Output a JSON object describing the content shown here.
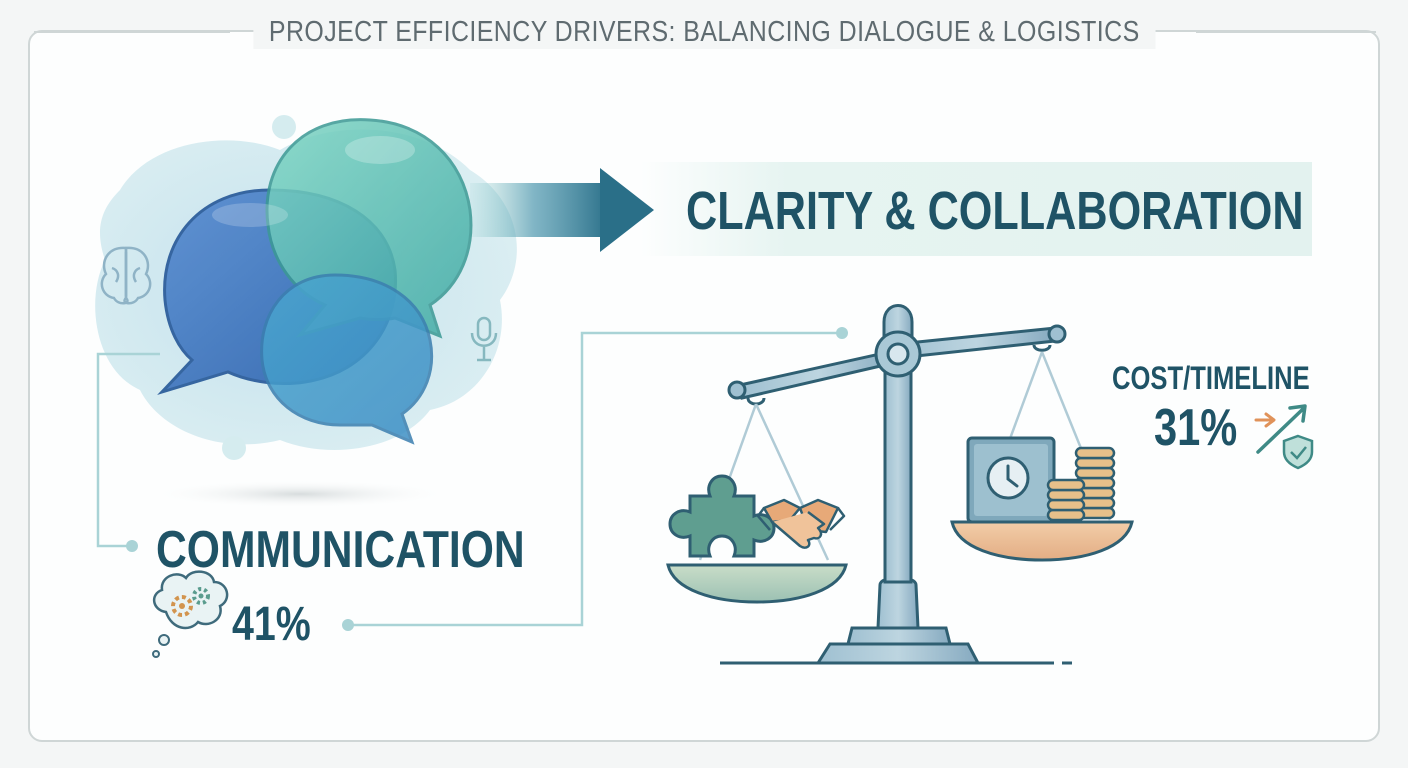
{
  "title": "PROJECT EFFICIENCY DRIVERS: BALANCING DIALOGUE & LOGISTICS",
  "headline": "CLARITY & COLLABORATION",
  "communication": {
    "label": "COMMUNICATION",
    "percent": "41%",
    "icons": [
      "speech-bubbles-icon",
      "brain-icon",
      "microphone-icon",
      "thought-gears-icon"
    ]
  },
  "cost_timeline": {
    "label": "COST/TIMELINE",
    "percent": "31%",
    "icons": [
      "clock-box-icon",
      "coin-stack-icon",
      "trend-arrow-icon",
      "shield-check-icon"
    ]
  },
  "balance_icons": [
    "balance-scale-icon",
    "puzzle-piece-icon",
    "handshake-icon"
  ],
  "colors": {
    "text_dark": "#1f5366",
    "blue_bubble": "#3f78c0",
    "teal_bubble": "#5cc2b0",
    "scale_steel": "#8fb3c6",
    "pan_left": "#a9c9b4",
    "pan_right": "#e9b88f"
  }
}
